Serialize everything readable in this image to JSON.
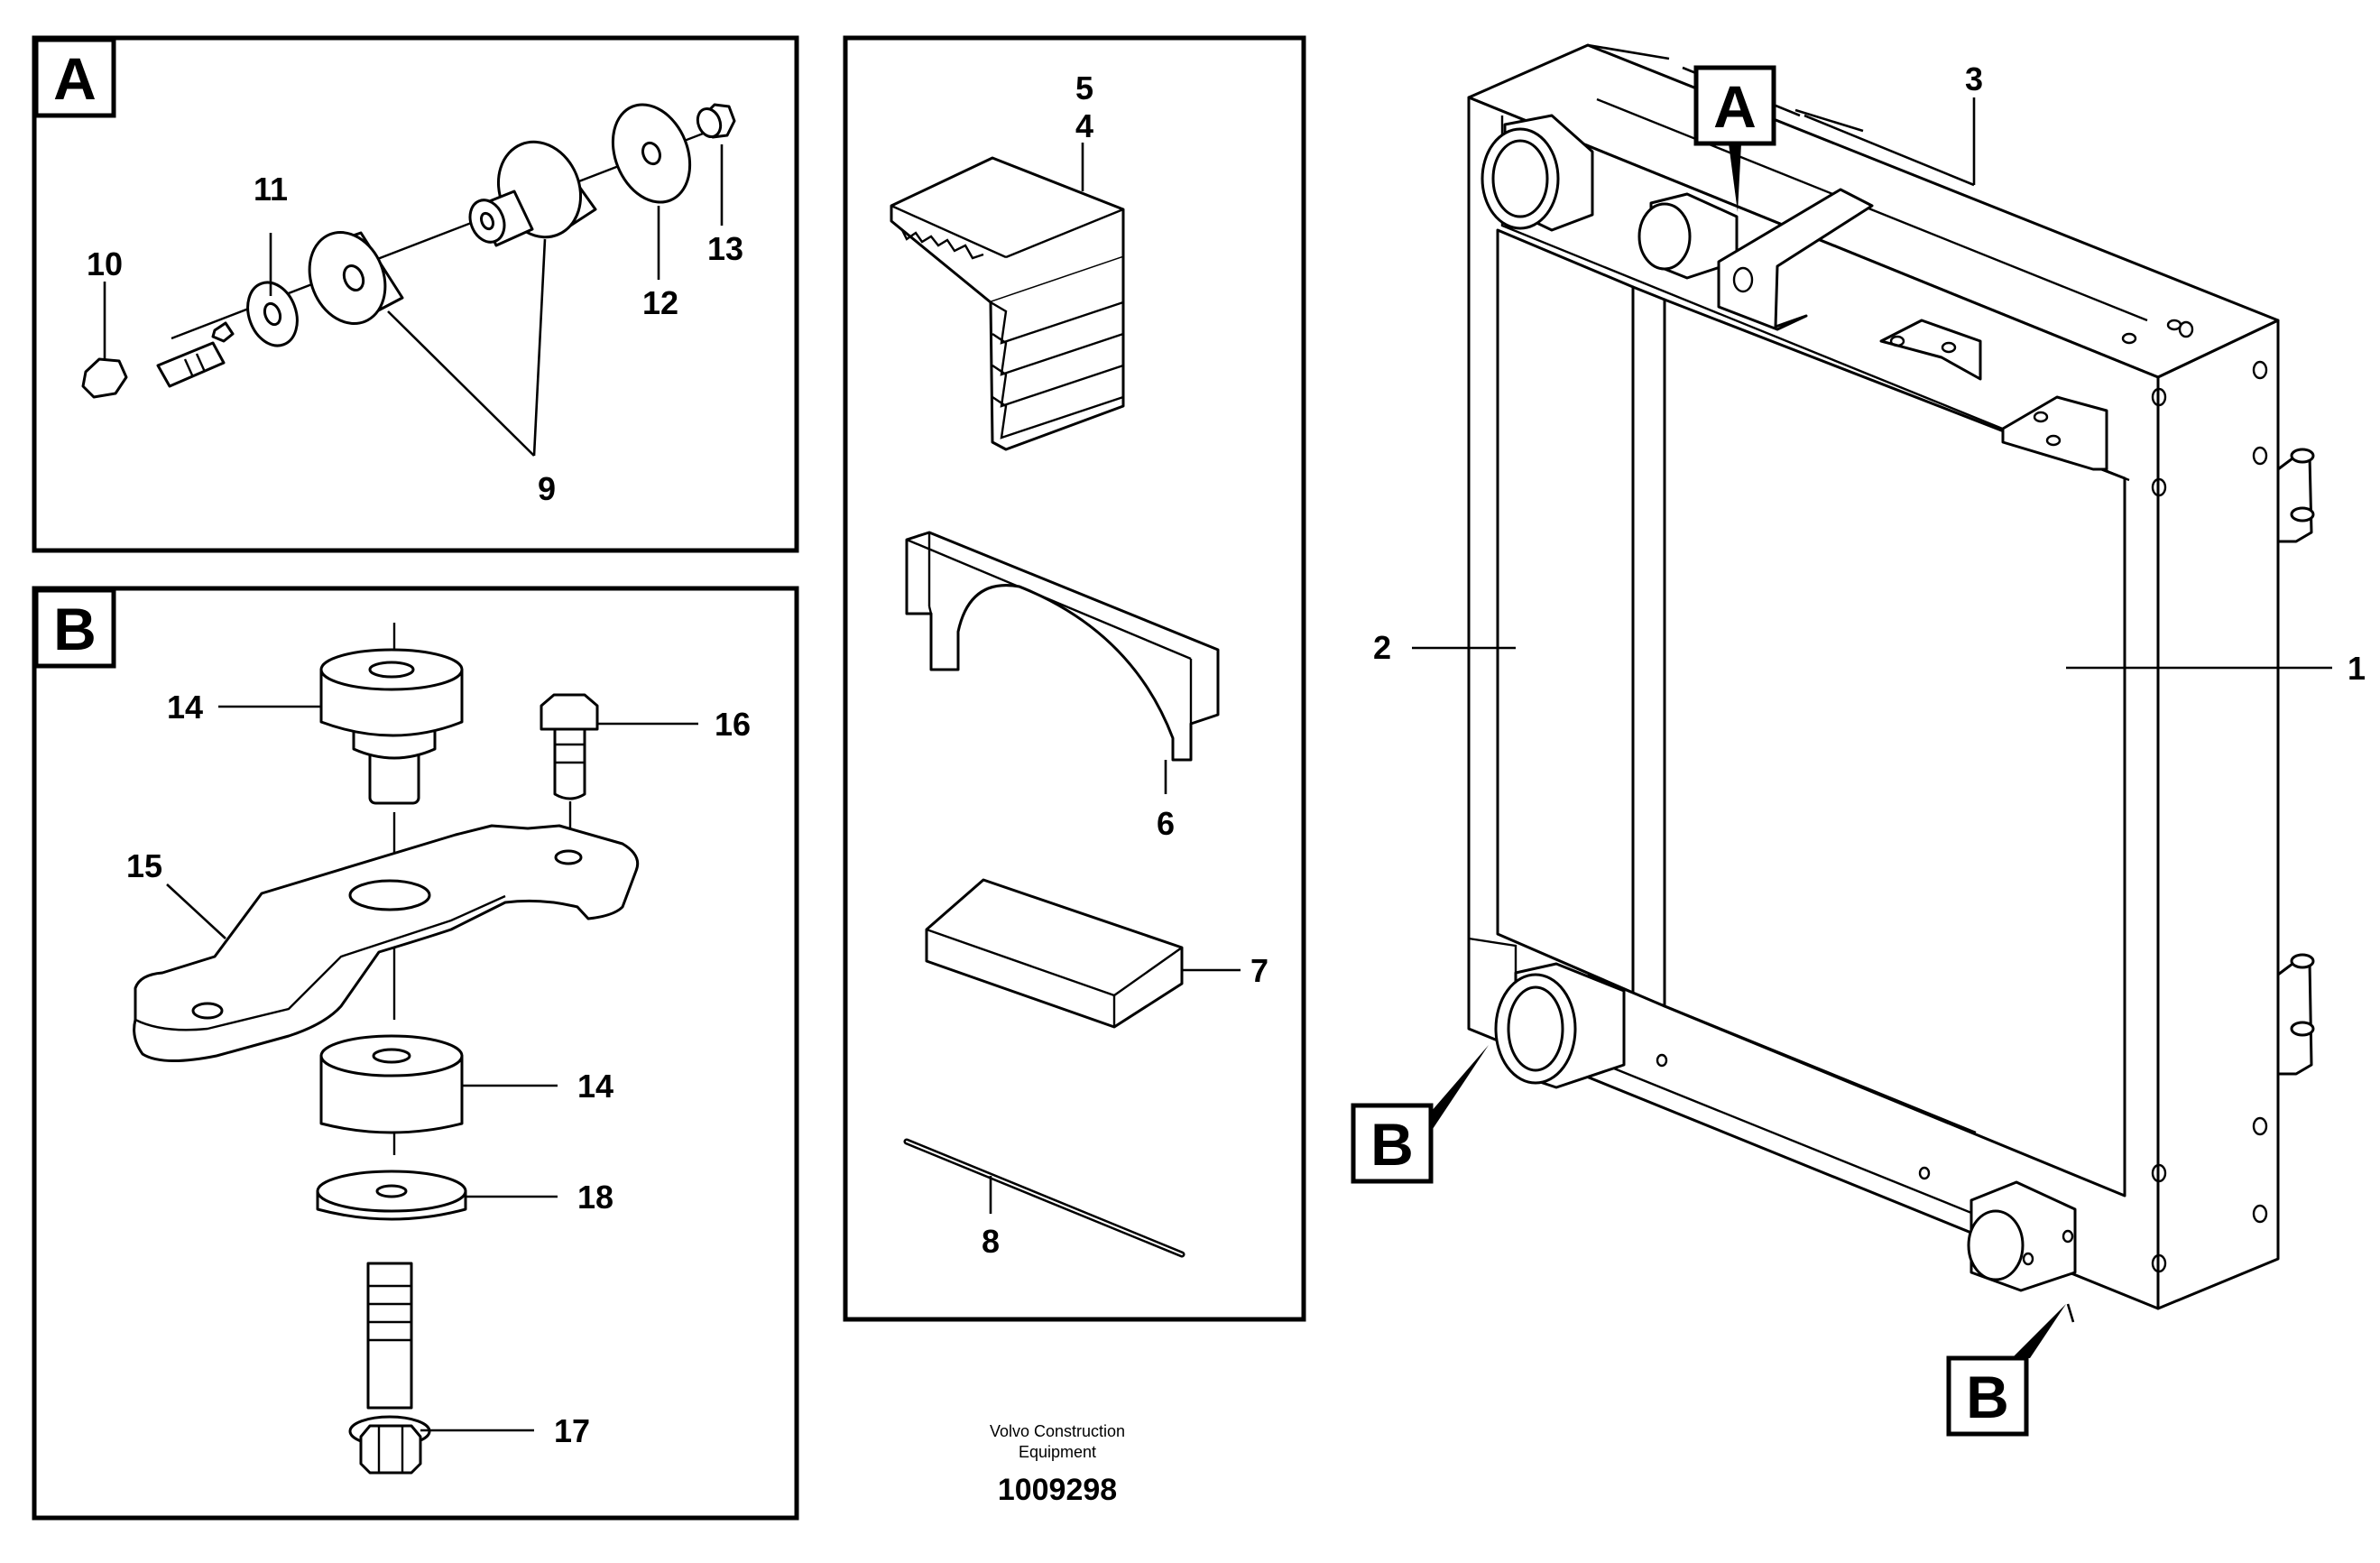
{
  "views": {
    "a": {
      "tag": "A"
    },
    "b": {
      "tag": "B"
    }
  },
  "assembly_tags": {
    "top": "A",
    "left": "B",
    "bottom": "B"
  },
  "callouts": {
    "p1": "1",
    "p2": "2",
    "p3": "3",
    "p4": "4",
    "p5": "5",
    "p6": "6",
    "p7": "7",
    "p8": "8",
    "p9": "9",
    "p10": "10",
    "p11": "11",
    "p12": "12",
    "p13": "13",
    "p14_top": "14",
    "p14_bottom": "14",
    "p15": "15",
    "p16": "16",
    "p17": "17",
    "p18": "18"
  },
  "footer": {
    "company_line1": "Volvo Construction",
    "company_line2": "Equipment",
    "drawing_number": "1009298"
  }
}
